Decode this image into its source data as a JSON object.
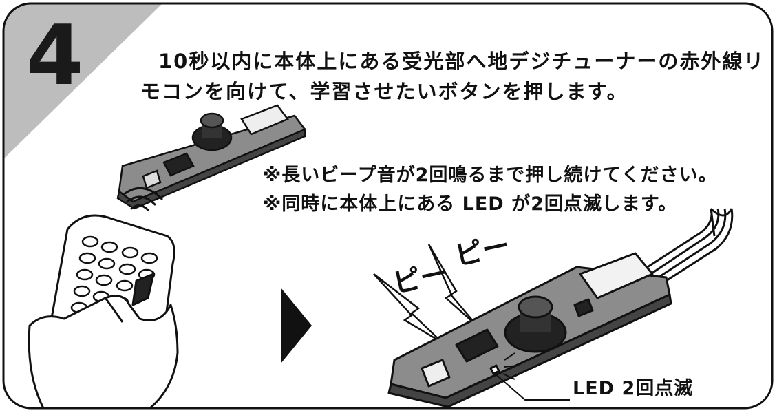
{
  "step_number": "4",
  "instruction": {
    "line1": "10秒以内に本体上にある受光部へ地デジチューナーの赤外線リ",
    "line2": "モコンを向けて、学習させたいボタンを押します。"
  },
  "notes": {
    "line1": "※長いビープ音が2回鳴るまで押し続けてください。",
    "line2": "※同時に本体上にある LED が2回点滅します。"
  },
  "sound_effects": [
    "ピー",
    "ピー"
  ],
  "callout_label": "LED 2回点滅",
  "colors": {
    "stroke": "#111111",
    "corner_band": "#bdbdbd",
    "board": "#8c8c8c",
    "background": "#ffffff"
  }
}
